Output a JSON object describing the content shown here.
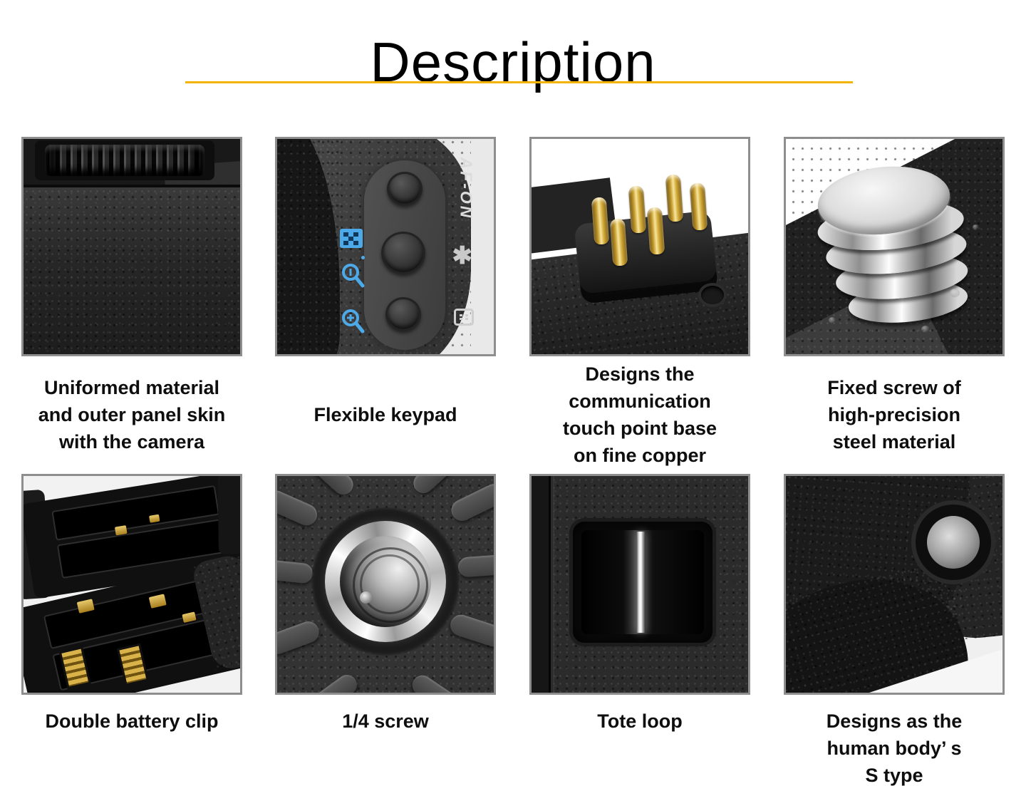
{
  "page": {
    "title": "Description",
    "accent_color": "#F5B301",
    "frame_border_color": "#8E8E8E",
    "caption_color": "#0E0E0E"
  },
  "cards": [
    {
      "caption": "Uniformed material\nand outer panel skin\nwith the camera",
      "photo": "textured-panel-with-scroll-wheel"
    },
    {
      "caption": "Flexible keypad",
      "photo": "camera-keypad-corner",
      "af_on_label": "AF-ON",
      "ae_lock_glyph": "✱"
    },
    {
      "caption": "Designs the\ncommunication\ntouch point base\non fine copper",
      "photo": "gold-communication-pins"
    },
    {
      "caption": "Fixed screw of\nhigh-precision\nsteel material",
      "photo": "steel-screw-closeup"
    },
    {
      "caption": "Double battery clip",
      "photo": "two-battery-trays"
    },
    {
      "caption": "1/4 screw",
      "photo": "quarter-inch-screw-socket"
    },
    {
      "caption": "Tote loop",
      "photo": "strap-loop-slot"
    },
    {
      "caption": "Designs as the\nhuman body’ s\nS type",
      "photo": "s-shaped-grip"
    }
  ]
}
